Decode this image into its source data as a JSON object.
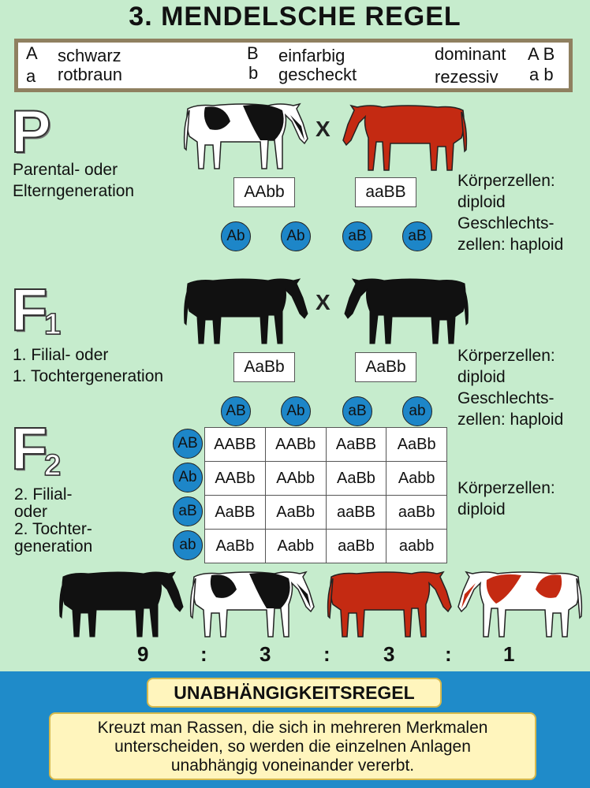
{
  "title": "3. MENDELSCHE REGEL",
  "legend": {
    "A": "A",
    "schwarz": "schwarz",
    "a": "a",
    "rotbraun": "rotbraun",
    "B": "B",
    "einfarbig": "einfarbig",
    "b": "b",
    "gescheckt": "gescheckt",
    "dominant": "dominant",
    "dominant_letters": "A B",
    "rezessiv": "rezessiv",
    "rezessiv_letters": "a b"
  },
  "p": {
    "letter": "P",
    "label_1": "Parental- oder",
    "label_2": "Elterngeneration",
    "genotype_left": "AAbb",
    "genotype_right": "aaBB",
    "gametes": [
      "Ab",
      "Ab",
      "aB",
      "aB"
    ],
    "info": [
      "Körperzellen:",
      "diploid",
      "Geschlechts-",
      "zellen: haploid"
    ]
  },
  "f1": {
    "letter": "F",
    "subscript": "1",
    "label_1": "1. Filial- oder",
    "label_2": "1. Tochtergeneration",
    "genotype_left": "AaBb",
    "genotype_right": "AaBb",
    "gametes": [
      "AB",
      "Ab",
      "aB",
      "ab"
    ],
    "info": [
      "Körperzellen:",
      "diploid",
      "Geschlechts-",
      "zellen: haploid"
    ]
  },
  "f2": {
    "letter": "F",
    "subscript": "2",
    "label": [
      "2. Filial-",
      "oder",
      "2. Tochter-",
      "generation"
    ],
    "row_gametes": [
      "AB",
      "Ab",
      "aB",
      "ab"
    ],
    "grid": [
      [
        "AABB",
        "AABb",
        "AaBB",
        "AaBb"
      ],
      [
        "AABb",
        "AAbb",
        "AaBb",
        "Aabb"
      ],
      [
        "AaBB",
        "AaBb",
        "aaBB",
        "aaBb"
      ],
      [
        "AaBb",
        "Aabb",
        "aaBb",
        "aabb"
      ]
    ],
    "info": [
      "Körperzellen:",
      "diploid"
    ]
  },
  "cross_symbol": "X",
  "ratio": [
    "9",
    ":",
    "3",
    ":",
    "3",
    ":",
    "1"
  ],
  "rule": {
    "title": "UNABHÄNGIGKEITSREGEL",
    "text": [
      "Kreuzt man Rassen, die sich in mehreren Merkmalen",
      "unterscheiden, so werden die einzelnen Anlagen",
      "unabhängig voneinander vererbt."
    ]
  },
  "colors": {
    "background": "#c6eccd",
    "gamete": "#1d86c8",
    "red_cow": "#c42a12",
    "black_cow": "#111111",
    "bottom_band": "#1f8bc9",
    "rule_box": "#fff5bd"
  }
}
